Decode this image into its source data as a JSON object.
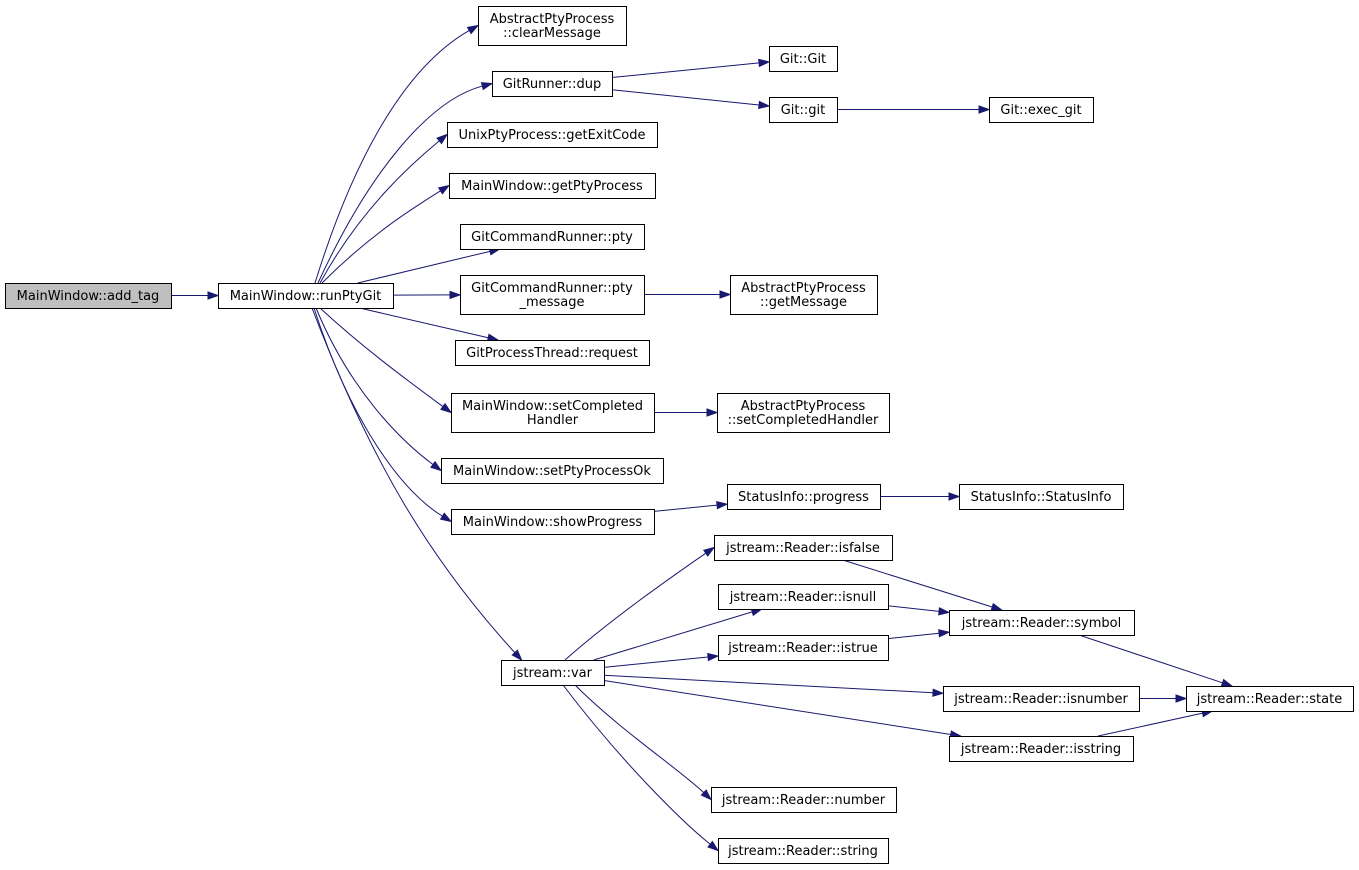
{
  "diagram": {
    "colors": {
      "edge": "#191970",
      "root_fill": "#bfbfbf",
      "node_fill": "#ffffff",
      "node_border": "#000000"
    },
    "nodes": [
      {
        "id": "add_tag",
        "lines": [
          "MainWindow::add_tag"
        ]
      },
      {
        "id": "runPtyGit",
        "lines": [
          "MainWindow::runPtyGit"
        ]
      },
      {
        "id": "clearMessage",
        "lines": [
          "AbstractPtyProcess",
          "::clearMessage"
        ]
      },
      {
        "id": "dup",
        "lines": [
          "GitRunner::dup"
        ]
      },
      {
        "id": "gitctor",
        "lines": [
          "Git::Git"
        ]
      },
      {
        "id": "gitgit",
        "lines": [
          "Git::git"
        ]
      },
      {
        "id": "exec_git",
        "lines": [
          "Git::exec_git"
        ]
      },
      {
        "id": "getExitCode",
        "lines": [
          "UnixPtyProcess::getExitCode"
        ]
      },
      {
        "id": "getPtyProcess",
        "lines": [
          "MainWindow::getPtyProcess"
        ]
      },
      {
        "id": "pty",
        "lines": [
          "GitCommandRunner::pty"
        ]
      },
      {
        "id": "pty_message",
        "lines": [
          "GitCommandRunner::pty",
          "_message"
        ]
      },
      {
        "id": "getMessage",
        "lines": [
          "AbstractPtyProcess",
          "::getMessage"
        ]
      },
      {
        "id": "request",
        "lines": [
          "GitProcessThread::request"
        ]
      },
      {
        "id": "mwSetCompleted",
        "lines": [
          "MainWindow::setCompleted",
          "Handler"
        ]
      },
      {
        "id": "apSetCompleted",
        "lines": [
          "AbstractPtyProcess",
          "::setCompletedHandler"
        ]
      },
      {
        "id": "setPtyProcessOk",
        "lines": [
          "MainWindow::setPtyProcessOk"
        ]
      },
      {
        "id": "showProgress",
        "lines": [
          "MainWindow::showProgress"
        ]
      },
      {
        "id": "progress",
        "lines": [
          "StatusInfo::progress"
        ]
      },
      {
        "id": "statusInfo",
        "lines": [
          "StatusInfo::StatusInfo"
        ]
      },
      {
        "id": "var",
        "lines": [
          "jstream::var"
        ]
      },
      {
        "id": "isfalse",
        "lines": [
          "jstream::Reader::isfalse"
        ]
      },
      {
        "id": "isnull",
        "lines": [
          "jstream::Reader::isnull"
        ]
      },
      {
        "id": "istrue",
        "lines": [
          "jstream::Reader::istrue"
        ]
      },
      {
        "id": "symbol",
        "lines": [
          "jstream::Reader::symbol"
        ]
      },
      {
        "id": "isnumber",
        "lines": [
          "jstream::Reader::isnumber"
        ]
      },
      {
        "id": "isstring",
        "lines": [
          "jstream::Reader::isstring"
        ]
      },
      {
        "id": "state",
        "lines": [
          "jstream::Reader::state"
        ]
      },
      {
        "id": "number",
        "lines": [
          "jstream::Reader::number"
        ]
      },
      {
        "id": "string",
        "lines": [
          "jstream::Reader::string"
        ]
      }
    ],
    "edges": [
      [
        "add_tag",
        "runPtyGit"
      ],
      [
        "runPtyGit",
        "clearMessage"
      ],
      [
        "runPtyGit",
        "dup"
      ],
      [
        "runPtyGit",
        "getExitCode"
      ],
      [
        "runPtyGit",
        "getPtyProcess"
      ],
      [
        "runPtyGit",
        "pty"
      ],
      [
        "runPtyGit",
        "pty_message"
      ],
      [
        "runPtyGit",
        "request"
      ],
      [
        "runPtyGit",
        "mwSetCompleted"
      ],
      [
        "runPtyGit",
        "setPtyProcessOk"
      ],
      [
        "runPtyGit",
        "showProgress"
      ],
      [
        "runPtyGit",
        "var"
      ],
      [
        "dup",
        "gitctor"
      ],
      [
        "dup",
        "gitgit"
      ],
      [
        "gitgit",
        "exec_git"
      ],
      [
        "pty_message",
        "getMessage"
      ],
      [
        "mwSetCompleted",
        "apSetCompleted"
      ],
      [
        "showProgress",
        "progress"
      ],
      [
        "progress",
        "statusInfo"
      ],
      [
        "var",
        "isfalse"
      ],
      [
        "var",
        "isnull"
      ],
      [
        "var",
        "istrue"
      ],
      [
        "var",
        "isnumber"
      ],
      [
        "var",
        "isstring"
      ],
      [
        "var",
        "number"
      ],
      [
        "var",
        "string"
      ],
      [
        "isfalse",
        "symbol"
      ],
      [
        "isnull",
        "symbol"
      ],
      [
        "istrue",
        "symbol"
      ],
      [
        "symbol",
        "state"
      ],
      [
        "isnumber",
        "state"
      ],
      [
        "isstring",
        "state"
      ]
    ]
  }
}
